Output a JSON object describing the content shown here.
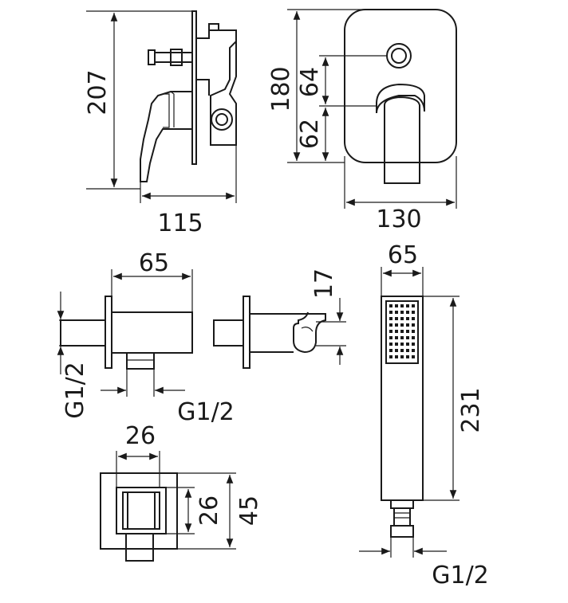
{
  "dimensions": {
    "mixer_height": "207",
    "mixer_depth": "115",
    "plate_height": "180",
    "plate_upper": "64",
    "plate_lower": "62",
    "plate_width": "130",
    "elbow_length": "65",
    "elbow_thread_in": "G1/2",
    "elbow_thread_out": "G1/2",
    "holder_offset": "17",
    "handshower_width": "65",
    "handshower_length": "231",
    "handshower_thread": "G1/2",
    "flange_width": "26",
    "flange_inner": "26",
    "flange_outer": "45"
  }
}
